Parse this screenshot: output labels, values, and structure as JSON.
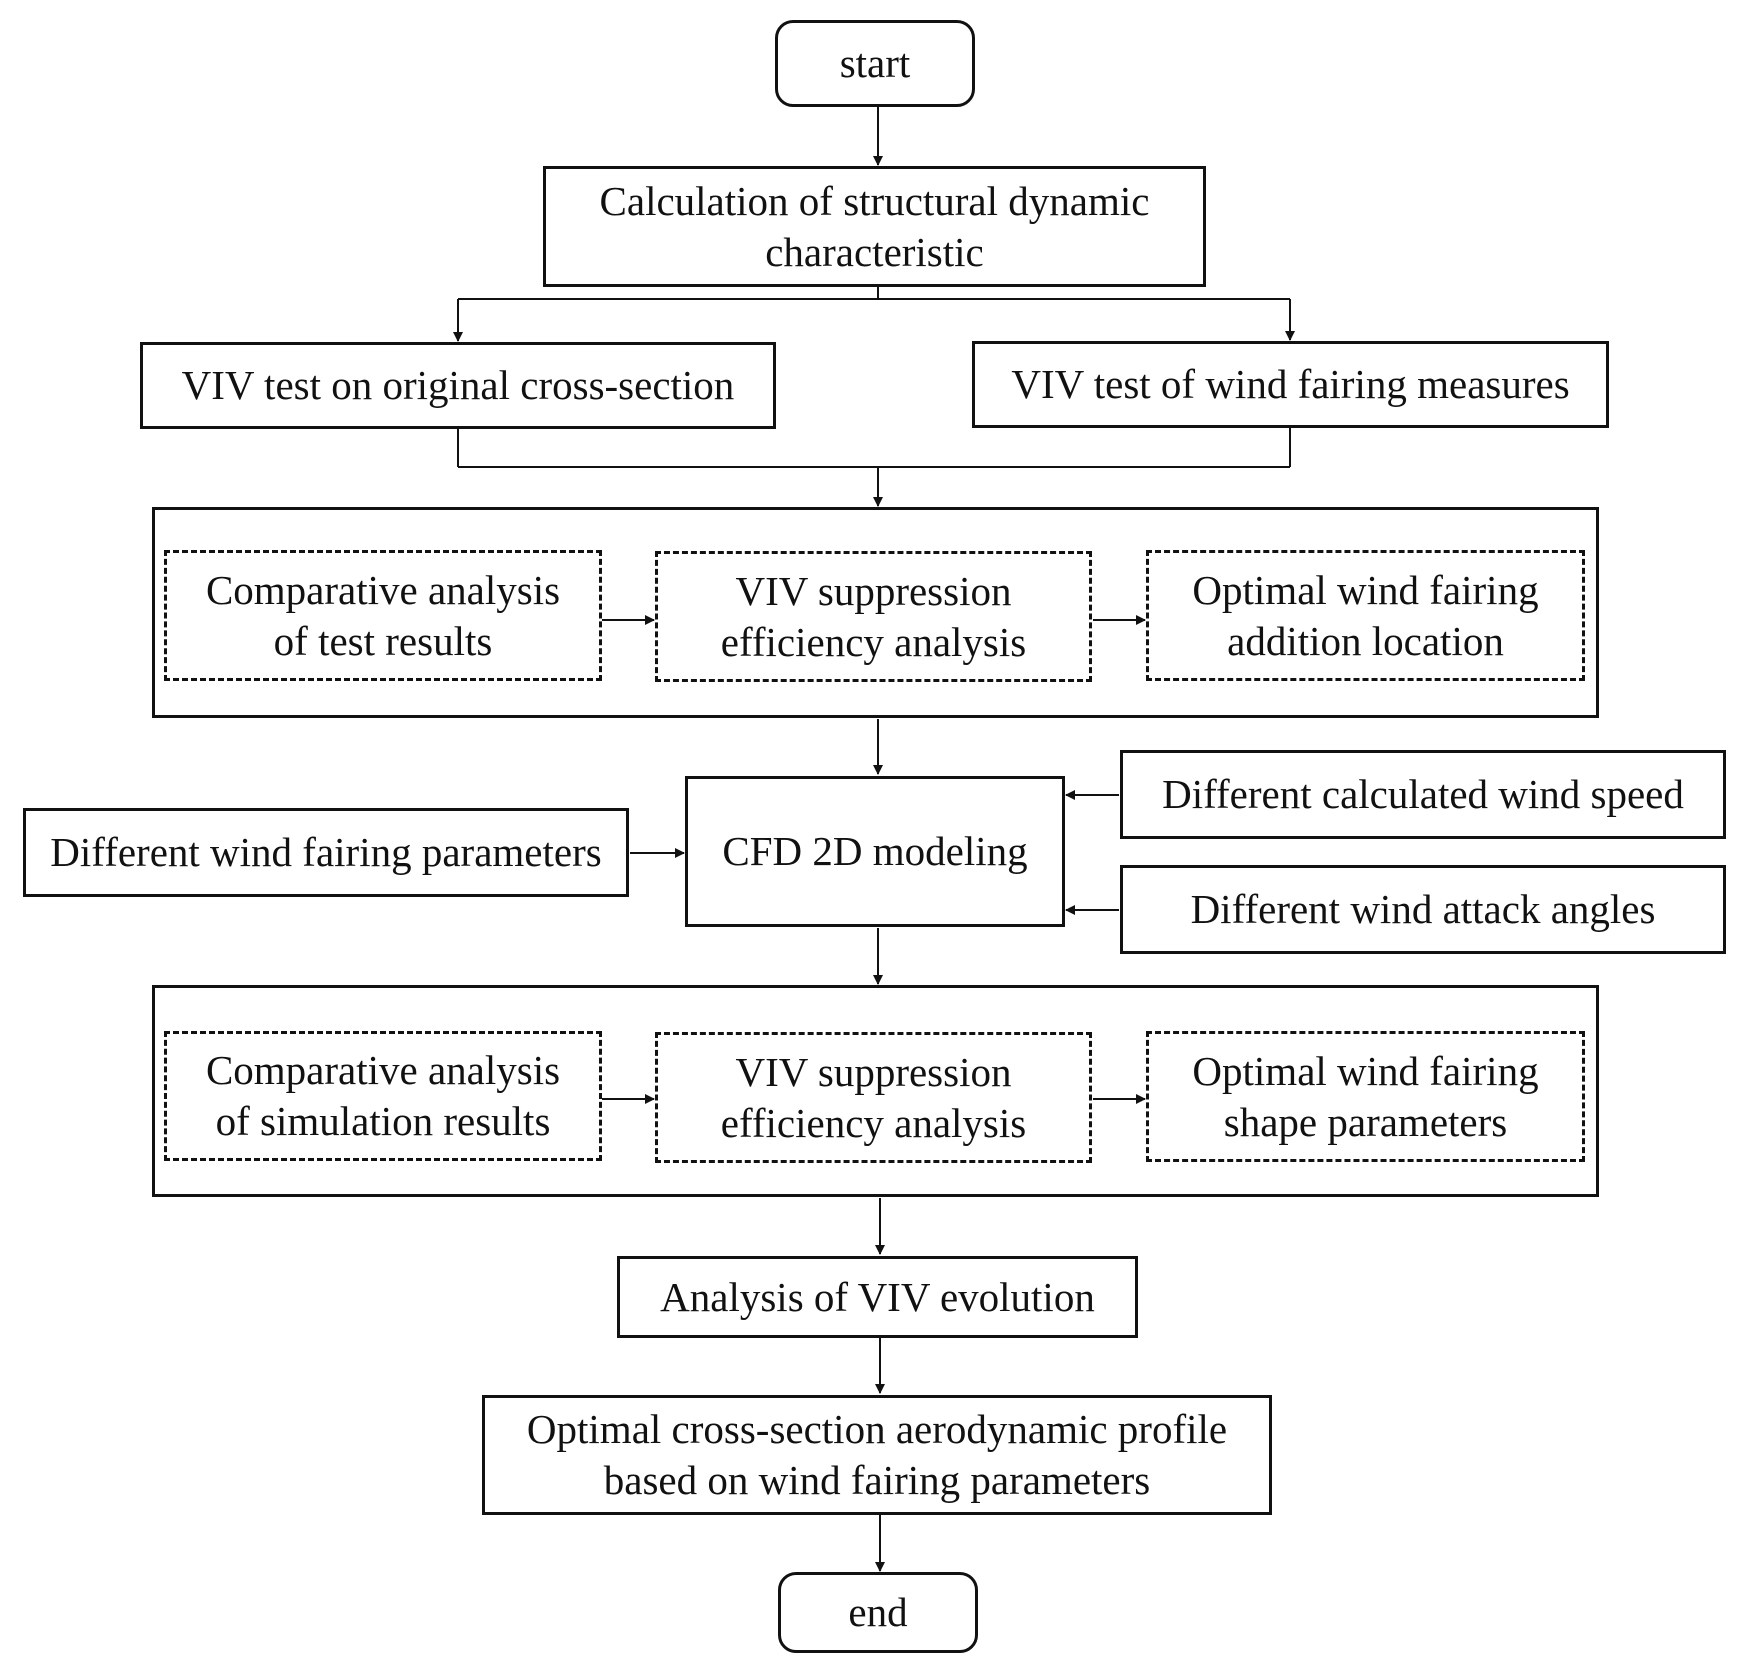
{
  "nodes": {
    "start": "start",
    "calc": [
      "Calculation of structural dynamic",
      "characteristic"
    ],
    "viv_original": "VIV test on original cross-section",
    "viv_fairing": "VIV test of wind fairing measures",
    "test_comparative": [
      "Comparative analysis",
      "of test results"
    ],
    "test_suppression": [
      "VIV suppression",
      "efficiency analysis"
    ],
    "test_optimal": [
      "Optimal wind fairing",
      "addition location"
    ],
    "cfd": "CFD 2D modeling",
    "param_fairing": "Different wind fairing parameters",
    "param_speed": "Different calculated wind speed",
    "param_angles": "Different wind attack angles",
    "sim_comparative": [
      "Comparative analysis",
      "of simulation results"
    ],
    "sim_suppression": [
      "VIV suppression",
      "efficiency analysis"
    ],
    "sim_optimal": [
      "Optimal wind fairing",
      "shape parameters"
    ],
    "viv_evolution": "Analysis of VIV evolution",
    "optimal_profile": [
      "Optimal cross-section aerodynamic profile",
      "based on wind fairing parameters"
    ],
    "end": "end"
  }
}
